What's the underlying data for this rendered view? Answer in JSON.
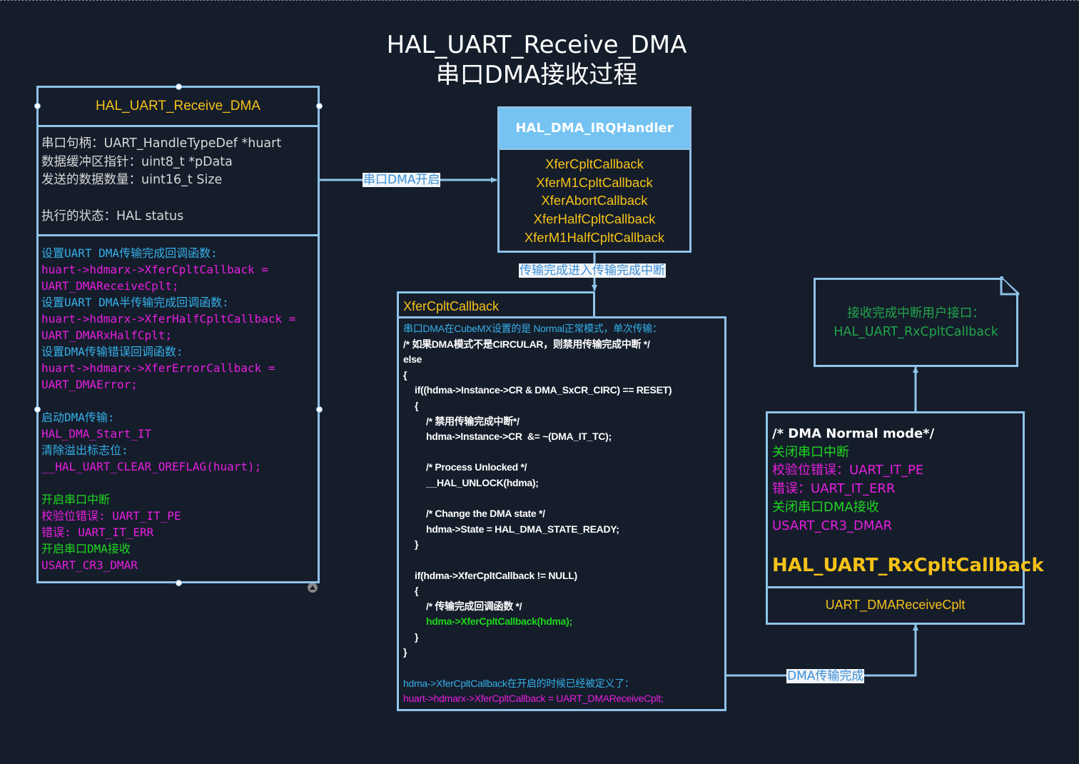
{
  "title": {
    "line1": "HAL_UART_Receive_DMA",
    "line2": "串口DMA接收过程"
  },
  "colors": {
    "background": "#151d2b",
    "border": "#8fc3ea",
    "yellow": "#f5c218",
    "cyan": "#35b0e8",
    "magenta": "#e81ee0",
    "green": "#1fd61f",
    "gray": "#d8d8d8",
    "header_fill": "#74c3f2"
  },
  "left_box": {
    "header": "HAL_UART_Receive_DMA",
    "params": [
      "串口句柄：UART_HandleTypeDef *huart",
      "数据缓冲区指针：uint8_t *pData",
      "发送的数据数量：uint16_t Size",
      "",
      "执行的状态：HAL status"
    ],
    "lines": [
      {
        "text": "设置UART DMA传输完成回调函数:",
        "color": "cyan"
      },
      {
        "text": "huart->hdmarx->XferCpltCallback =",
        "color": "magenta"
      },
      {
        "text": "UART_DMAReceiveCplt;",
        "color": "magenta"
      },
      {
        "text": "设置UART DMA半传输完成回调函数:",
        "color": "cyan"
      },
      {
        "text": "huart->hdmarx->XferHalfCpltCallback =",
        "color": "magenta"
      },
      {
        "text": "UART_DMARxHalfCplt;",
        "color": "magenta"
      },
      {
        "text": "设置DMA传输错误回调函数:",
        "color": "cyan"
      },
      {
        "text": "huart->hdmarx->XferErrorCallback =",
        "color": "magenta"
      },
      {
        "text": "UART_DMAError;",
        "color": "magenta"
      },
      {
        "text": "",
        "color": "cyan"
      },
      {
        "text": "启动DMA传输:",
        "color": "cyan"
      },
      {
        "text": "HAL_DMA_Start_IT",
        "color": "magenta"
      },
      {
        "text": "清除溢出标志位:",
        "color": "cyan"
      },
      {
        "text": "__HAL_UART_CLEAR_OREFLAG(huart);",
        "color": "magenta"
      },
      {
        "text": "",
        "color": "cyan"
      },
      {
        "text": "开启串口中断",
        "color": "green"
      },
      {
        "text": "校验位错误: UART_IT_PE",
        "color": "magenta"
      },
      {
        "text": "错误: UART_IT_ERR",
        "color": "magenta"
      },
      {
        "text": "开启串口DMA接收",
        "color": "green"
      },
      {
        "text": "USART_CR3_DMAR",
        "color": "magenta"
      }
    ]
  },
  "irq_box": {
    "header": "HAL_DMA_IRQHandler",
    "items": [
      "XferCpltCallback",
      "XferM1CpltCallback",
      "XferAbortCallback",
      "XferHalfCpltCallback",
      "XferM1HalfCpltCallback"
    ]
  },
  "xfer_box": {
    "tab": "XferCpltCallback",
    "lines": [
      {
        "text": "串口DMA在CubeMX设置的是 Normal正常模式，单次传输：",
        "color": "cyan",
        "bold": false,
        "indent": 0
      },
      {
        "text": "/* 如果DMA模式不是CIRCULAR，则禁用传输完成中断 */",
        "color": "white",
        "bold": true,
        "indent": 0
      },
      {
        "text": "else",
        "color": "white",
        "bold": true,
        "indent": 0
      },
      {
        "text": "{",
        "color": "white",
        "bold": true,
        "indent": 0
      },
      {
        "text": "if((hdma->Instance->CR & DMA_SxCR_CIRC) == RESET)",
        "color": "white",
        "bold": true,
        "indent": 1
      },
      {
        "text": "{",
        "color": "white",
        "bold": true,
        "indent": 1
      },
      {
        "text": "/* 禁用传输完成中断*/",
        "color": "white",
        "bold": true,
        "indent": 2
      },
      {
        "text": "hdma->Instance->CR  &= ~(DMA_IT_TC);",
        "color": "white",
        "bold": true,
        "indent": 2
      },
      {
        "text": "",
        "color": "white",
        "bold": true,
        "indent": 0
      },
      {
        "text": "/* Process Unlocked */",
        "color": "white",
        "bold": true,
        "indent": 2
      },
      {
        "text": "__HAL_UNLOCK(hdma);",
        "color": "white",
        "bold": true,
        "indent": 2
      },
      {
        "text": "",
        "color": "white",
        "bold": true,
        "indent": 0
      },
      {
        "text": "/* Change the DMA state */",
        "color": "white",
        "bold": true,
        "indent": 2
      },
      {
        "text": "hdma->State = HAL_DMA_STATE_READY;",
        "color": "white",
        "bold": true,
        "indent": 2
      },
      {
        "text": "}",
        "color": "white",
        "bold": true,
        "indent": 1
      },
      {
        "text": "",
        "color": "white",
        "bold": true,
        "indent": 0
      },
      {
        "text": "if(hdma->XferCpltCallback != NULL)",
        "color": "white",
        "bold": true,
        "indent": 1
      },
      {
        "text": "{",
        "color": "white",
        "bold": true,
        "indent": 1
      },
      {
        "text": "/* 传输完成回调函数 */",
        "color": "white",
        "bold": true,
        "indent": 2
      },
      {
        "text": "hdma->XferCpltCallback(hdma);",
        "color": "green",
        "bold": true,
        "indent": 2
      },
      {
        "text": "}",
        "color": "white",
        "bold": true,
        "indent": 1
      },
      {
        "text": "}",
        "color": "white",
        "bold": true,
        "indent": 0
      },
      {
        "text": "",
        "color": "white",
        "bold": true,
        "indent": 0
      },
      {
        "text": "hdma->XferCpltCallback在开启的时候已经被定义了：",
        "color": "cyan",
        "bold": false,
        "indent": 0
      },
      {
        "text": "huart->hdmarx->XferCpltCallback = UART_DMAReceiveCplt;",
        "color": "magenta",
        "bold": false,
        "indent": 0
      }
    ]
  },
  "note_box": {
    "lines": [
      "接收完成中断用户接口：",
      "HAL_UART_RxCpltCallback"
    ]
  },
  "rx_box": {
    "lines": [
      {
        "text": "/* DMA Normal mode*/",
        "color": "white",
        "bold": true
      },
      {
        "text": "关闭串口中断",
        "color": "green",
        "bold": false
      },
      {
        "text": "校验位错误：UART_IT_PE",
        "color": "magenta",
        "bold": false
      },
      {
        "text": "错误：UART_IT_ERR",
        "color": "magenta",
        "bold": false
      },
      {
        "text": "关闭串口DMA接收",
        "color": "green",
        "bold": false
      },
      {
        "text": "USART_CR3_DMAR",
        "color": "magenta",
        "bold": false
      }
    ],
    "big_label": "HAL_UART_RxCpltCallback",
    "footer": "UART_DMAReceiveCplt"
  },
  "labels": {
    "dma_start": "串口DMA开启",
    "transfer_irq": "传输完成进入传输完成中断",
    "dma_done": "DMA传输完成"
  }
}
